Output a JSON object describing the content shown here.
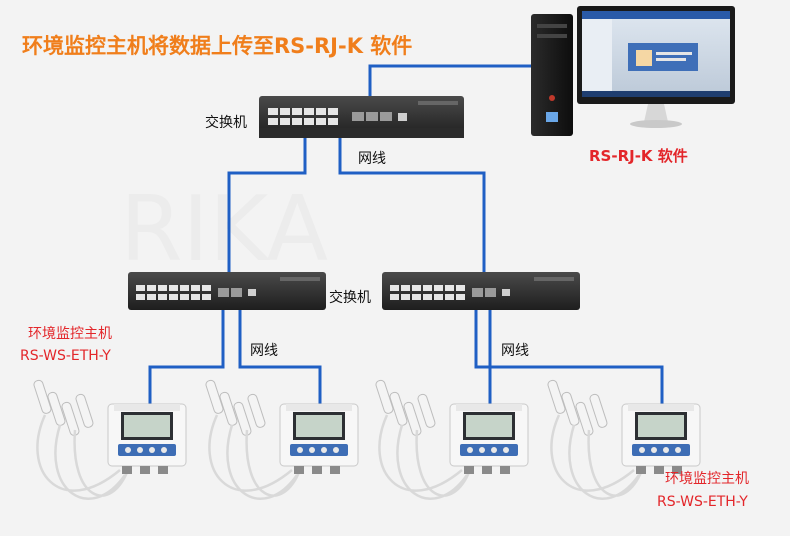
{
  "title": "环境监控主机将数据上传至RS-RJ-K 软件",
  "software_label": "RS-RJ-K 软件",
  "switch_label": "交换机",
  "cable_label": "网线",
  "device_name": "环境监控主机",
  "device_model": "RS-WS-ETH-Y",
  "colors": {
    "title": "#f07e1b",
    "accent": "#e3262a",
    "link": "#1f5fc4"
  }
}
